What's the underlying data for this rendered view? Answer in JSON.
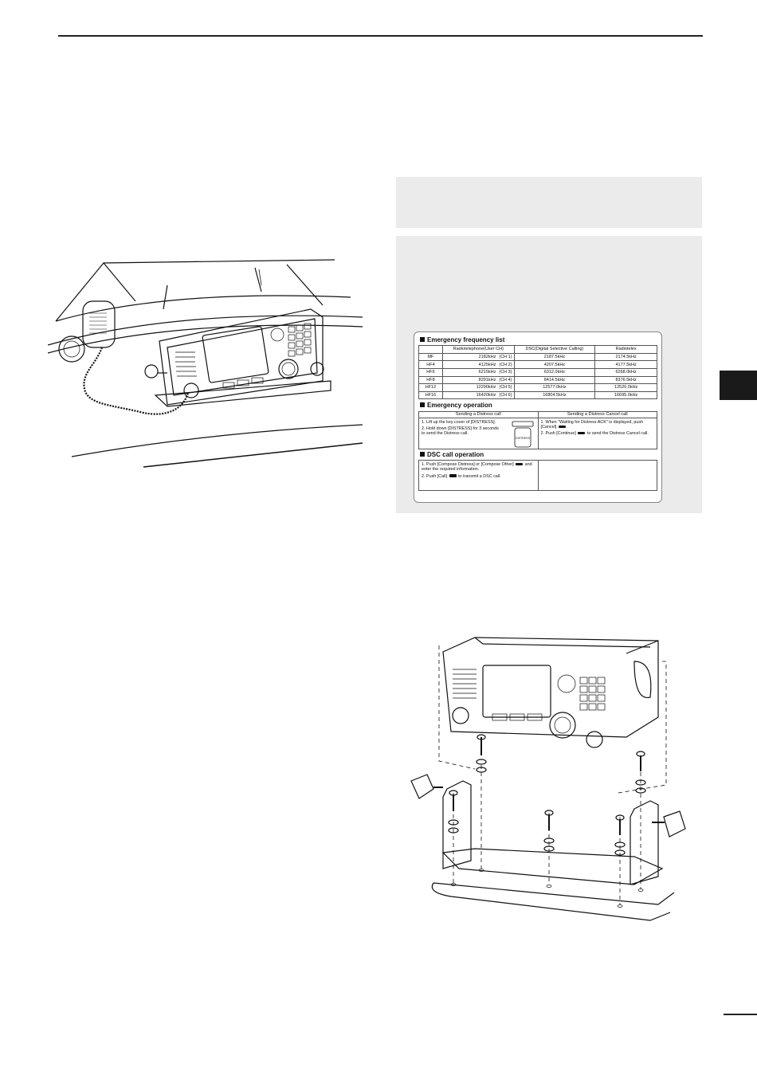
{
  "card": {
    "freq_title": "Emergency frequency list",
    "freq_headers": [
      "",
      "Radiotelephone(User CH)",
      "DSC(Digital Selective Calling)",
      "Radiotelex"
    ],
    "freq_rows": [
      {
        "band": "MF",
        "radio": "2182kHz",
        "ch": "(CH 1)",
        "dsc": "2187.5kHz",
        "telex": "2174.5kHz"
      },
      {
        "band": "HF4",
        "radio": "4125kHz",
        "ch": "(CH 2)",
        "dsc": "4207.5kHz",
        "telex": "4177.5kHz"
      },
      {
        "band": "HF6",
        "radio": "6215kHz",
        "ch": "(CH 3)",
        "dsc": "6312.0kHz",
        "telex": "6268.0kHz"
      },
      {
        "band": "HF8",
        "radio": "8291kHz",
        "ch": "(CH 4)",
        "dsc": "8414.5kHz",
        "telex": "8376.5kHz"
      },
      {
        "band": "HF12",
        "radio": "12290kHz",
        "ch": "(CH 5)",
        "dsc": "12577.0kHz",
        "telex": "12520.0kHz"
      },
      {
        "band": "HF16",
        "radio": "16420kHz",
        "ch": "(CH 6)",
        "dsc": "16804.5kHz",
        "telex": "16695.0kHz"
      }
    ],
    "emergency_title": "Emergency operation",
    "distress_head": "Sending a Distress call",
    "cancel_head": "Sending a Distress Cancel call",
    "distress_step1": "1. Lift up the key cover of [DISTRESS].",
    "distress_step2": "2. Hold down [DISTRESS] for 3 seconds to send the Distress call.",
    "distress_icon_label": "DISTRESS",
    "cancel_step1_a": "1. When \"Waiting for Distress ACK\" is displayed, push [Cancel]",
    "cancel_step1_b": ".",
    "cancel_step2_a": "2. Push [Continue]",
    "cancel_step2_b": "to send the Distress Cancel call.",
    "dsc_title": "DSC call operation",
    "dsc_step1_a": "1. Push [Compose Distress] or [Compose Other]",
    "dsc_step1_b": "and enter the required information.",
    "dsc_step2_a": "2. Push [Call]",
    "dsc_step2_b": "to transmit a DSC call."
  },
  "colors": {
    "box_gray": "#ebebeb",
    "ink": "#111111",
    "tab": "#1a1a1a"
  }
}
